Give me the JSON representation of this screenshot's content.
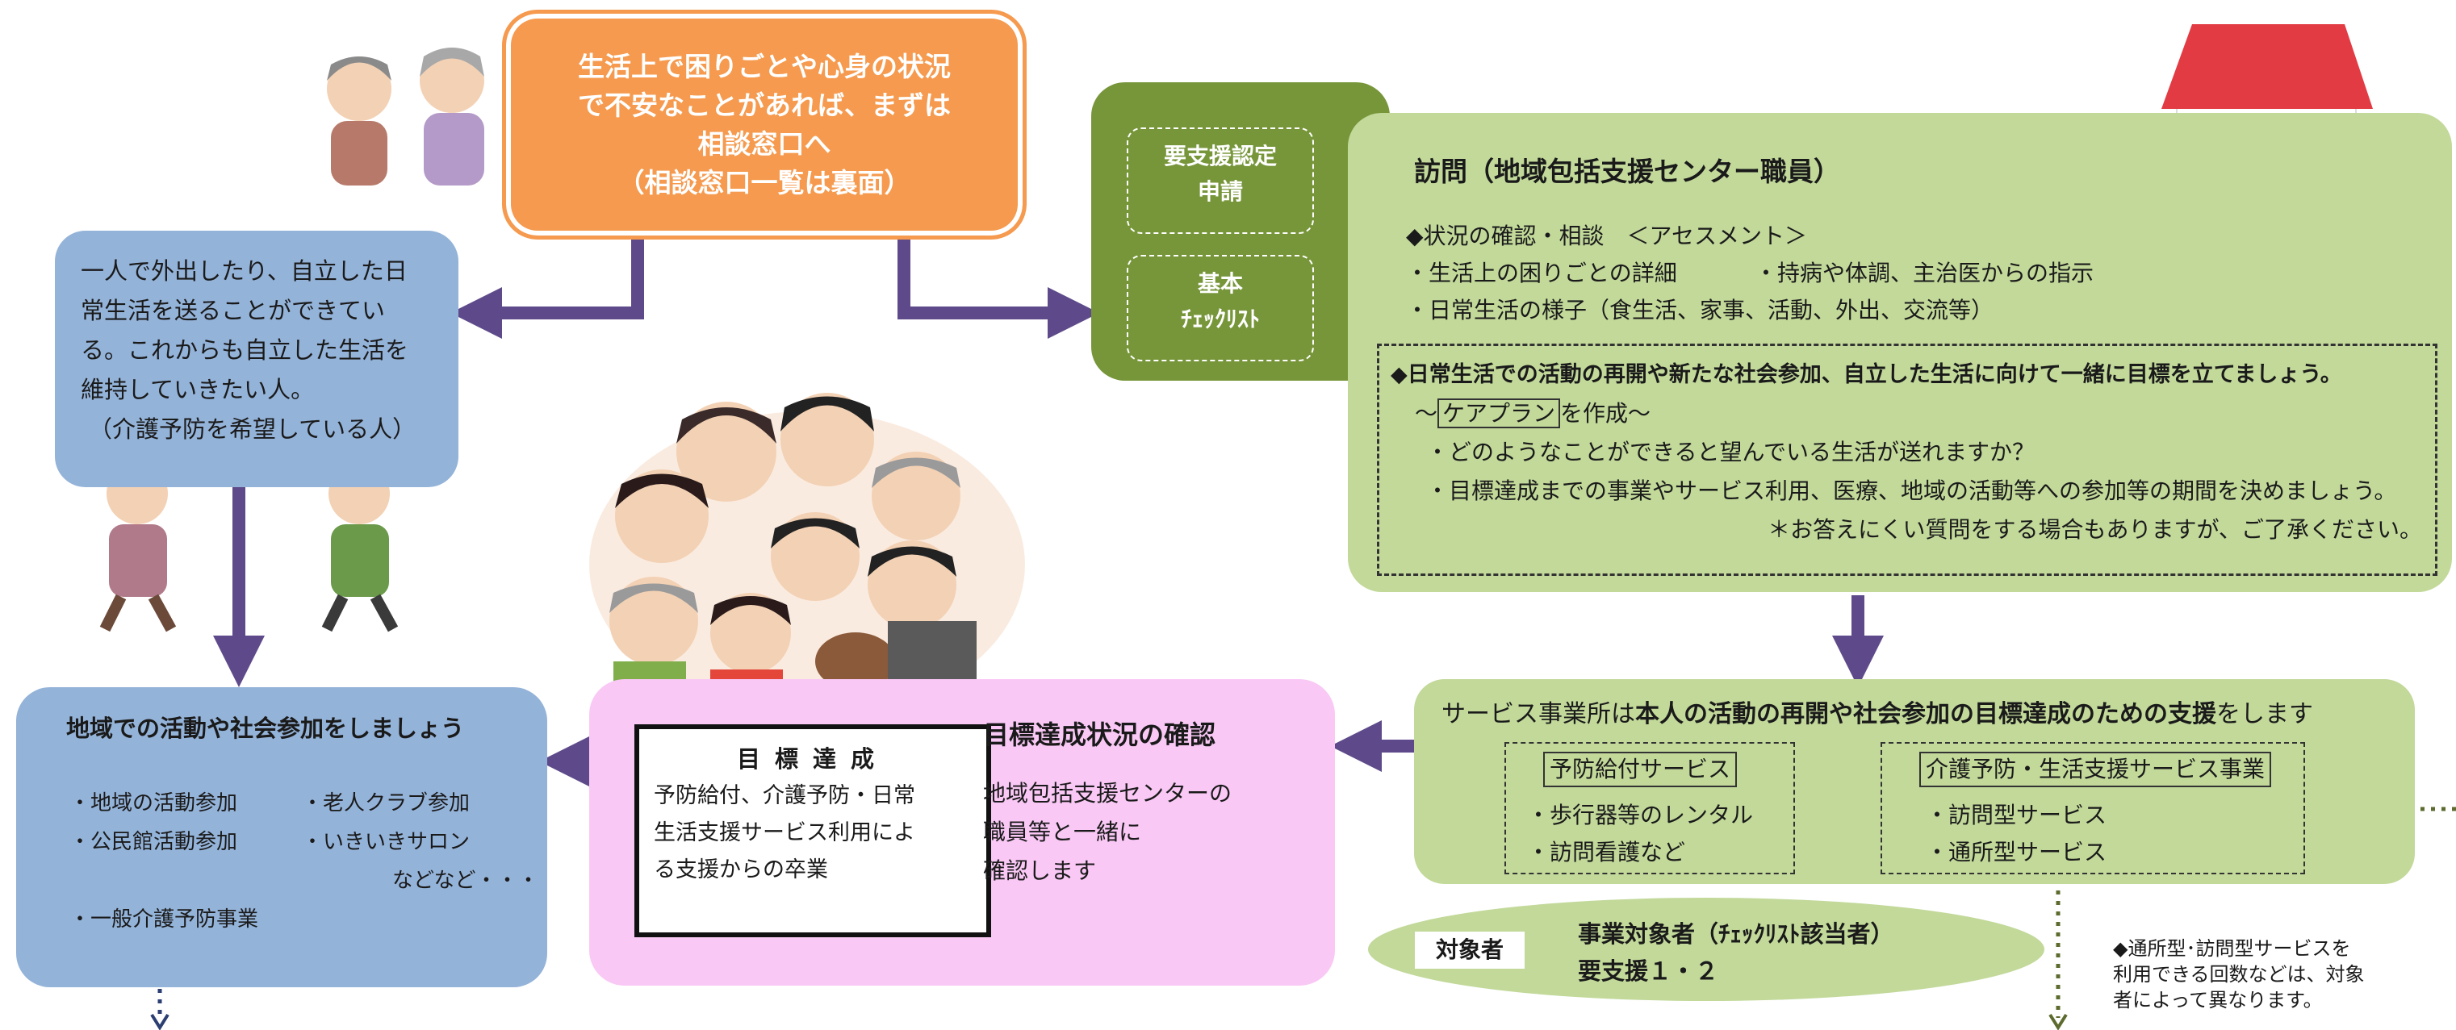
{
  "consult": {
    "lines": [
      "生活上で困りごとや心身の状況",
      "で不安なことがあれば、まずは",
      "相談窓口へ",
      "（相談窓口一覧は裏面）"
    ]
  },
  "independent": {
    "lines": [
      "一人で外出したり、自立した日",
      "常生活を送ることができてい",
      "る。これからも自立した生活を",
      "維持していきたい人。"
    ],
    "note": "（介護予防を希望している人）"
  },
  "local_activity": {
    "title": "地域での活動や社会参加をしましょう",
    "row1_a": "・地域の活動参加",
    "row1_b": "・老人クラブ参加",
    "row2_a": "・公民館活動参加",
    "row2_b": "・いきいきサロン",
    "row3": "などなど・・・",
    "row4": "・一般介護予防事業"
  },
  "application": {
    "box1": [
      "要支援認定",
      "申請"
    ],
    "box2": [
      "基本",
      "ﾁｪｯｸﾘｽﾄ"
    ]
  },
  "visit": {
    "title": "訪問（地域包括支援センター職員）",
    "assessment": "◆状況の確認・相談　＜アセスメント＞",
    "item1": "・生活上の困りごとの詳細",
    "item2": "・持病や体調、主治医からの指示",
    "item3": "・日常生活の様子（食生活、家事、活動、外出、交流等）",
    "goal_title": "◆日常生活での活動の再開や新たな社会参加、自立した生活に向けて一緒に目標を立てましょう。",
    "careplan_pre": "～",
    "careplan_word": "ケアプラン",
    "careplan_post": "を作成～",
    "q1": "・どのようなことができると望んでいる生活が送れますか？",
    "q2": "・目標達成までの事業やサービス利用、医療、地域の活動等への参加等の期間を決めましょう。",
    "note": "＊お答えにくい質問をする場合もありますが、ご了承ください。"
  },
  "service": {
    "head_a": "サービス事業所は",
    "head_b": "本人の活動の再開や社会参加の目標達成のための支援",
    "head_c": "をします",
    "left_tag": "予防給付サービス",
    "left_items": [
      "・歩行器等のレンタル",
      "・訪問看護など"
    ],
    "right_tag": "介護予防・生活支援サービス事業",
    "right_items": [
      "・訪問型サービス",
      "・通所型サービス"
    ]
  },
  "target": {
    "label": "対象者",
    "line1": "事業対象者（ﾁｪｯｸﾘｽﾄ該当者）",
    "line2": "要支援１・２"
  },
  "achievement": {
    "title": "目標達成",
    "lines": [
      "予防給付、介護予防・日常",
      "生活支援サービス利用によ",
      "る支援からの卒業"
    ],
    "confirm_title": "目標達成状況の確認",
    "confirm_lines": [
      "地域包括支援センターの",
      "職員等と一緒に",
      "確認します"
    ]
  },
  "footnote": {
    "lines": [
      "◆通所型･訪問型サービスを",
      "利用できる回数などは、対象",
      "者によって異なります。"
    ]
  },
  "colors": {
    "orange": "#f59a4e",
    "blue": "#94b3d9",
    "dark_green": "#77963a",
    "light_green": "#c2d99a",
    "pink": "#f9c8f5",
    "arrow": "#5e4a8a"
  }
}
